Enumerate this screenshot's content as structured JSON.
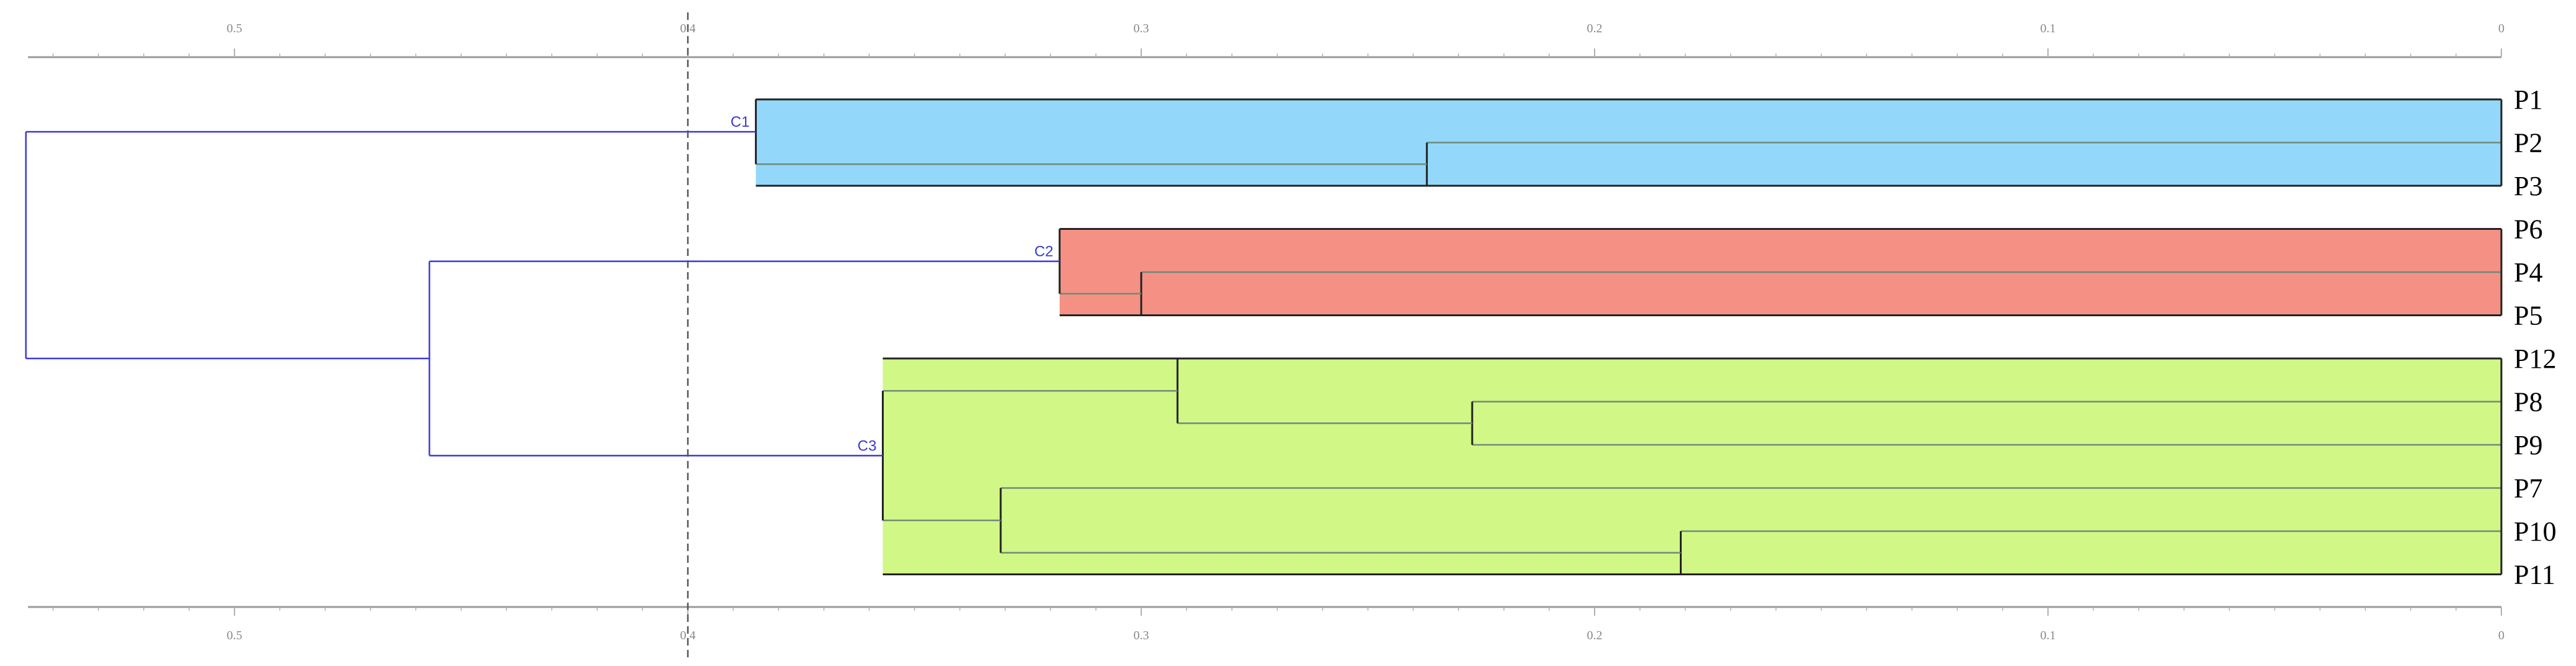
{
  "chart_data": {
    "type": "dendrogram",
    "orientation": "horizontal",
    "axis": {
      "range": [
        0,
        0.546
      ],
      "reversed": true,
      "major_ticks": [
        0.5,
        0.4,
        0.3,
        0.2,
        0.1,
        0
      ],
      "tick_labels": [
        "0.5",
        "0.4",
        "0.3",
        "0.2",
        "0.1",
        "0"
      ],
      "minor_step": 0.01,
      "positions": [
        "top",
        "bottom"
      ]
    },
    "cutoff": 0.4,
    "leaves": [
      "P1",
      "P2",
      "P3",
      "P6",
      "P4",
      "P5",
      "P12",
      "P8",
      "P9",
      "P7",
      "P10",
      "P11"
    ],
    "clusters": [
      {
        "label": "C1",
        "color": "#93d8fb",
        "leaves": [
          "P1",
          "P2",
          "P3"
        ],
        "merges": [
          {
            "children": [
              "P2",
              "P3"
            ],
            "height": 0.237
          },
          {
            "children": [
              "P1",
              "P2+P3"
            ],
            "height": 0.385
          }
        ]
      },
      {
        "label": "C2",
        "color": "#f59184",
        "leaves": [
          "P6",
          "P4",
          "P5"
        ],
        "merges": [
          {
            "children": [
              "P4",
              "P5"
            ],
            "height": 0.3
          },
          {
            "children": [
              "P6",
              "P4+P5"
            ],
            "height": 0.318
          }
        ]
      },
      {
        "label": "C3",
        "color": "#d1f786",
        "leaves": [
          "P12",
          "P8",
          "P9",
          "P7",
          "P10",
          "P11"
        ],
        "merges": [
          {
            "children": [
              "P8",
              "P9"
            ],
            "height": 0.227
          },
          {
            "children": [
              "P12",
              "P8+P9"
            ],
            "height": 0.292
          },
          {
            "children": [
              "P10",
              "P11"
            ],
            "height": 0.181
          },
          {
            "children": [
              "P7",
              "P10+P11"
            ],
            "height": 0.331
          },
          {
            "children": [
              "P12+P8+P9",
              "P7+P10+P11"
            ],
            "height": 0.357
          }
        ]
      }
    ],
    "upper_merges": [
      {
        "children": [
          "C2",
          "C3"
        ],
        "height": 0.457
      },
      {
        "children": [
          "C1",
          "C2+C3"
        ],
        "height": 0.546
      }
    ],
    "link_color": "#3a3ad6",
    "outline_color": "#222222"
  }
}
